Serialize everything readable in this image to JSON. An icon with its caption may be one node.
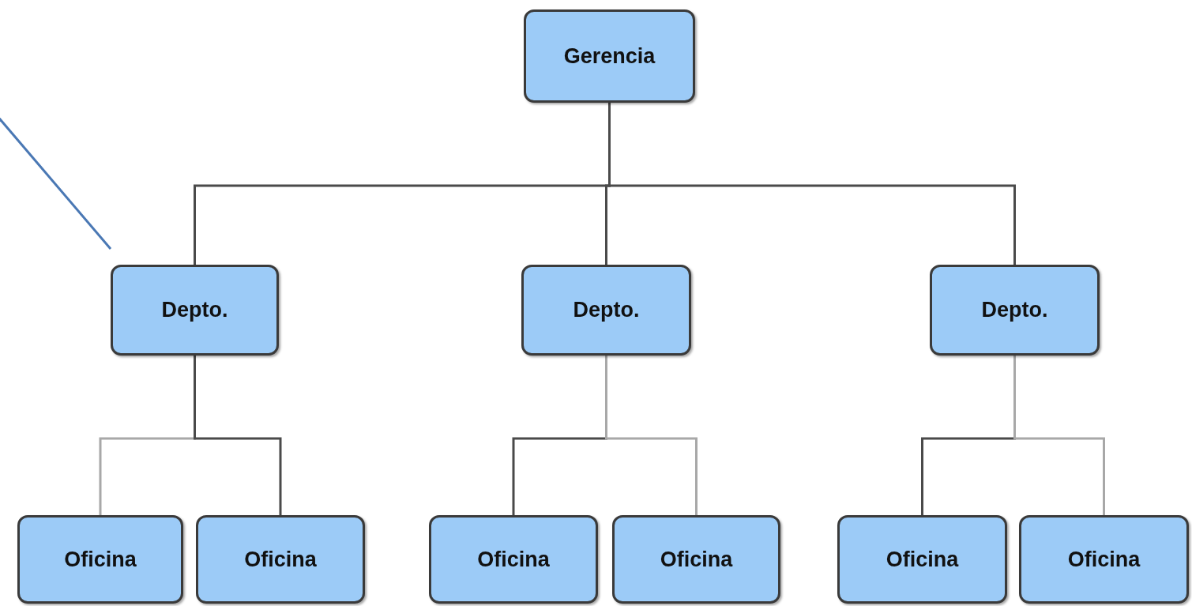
{
  "diagram": {
    "nodes": [
      {
        "text": [
          "Gerencia"
        ]
      },
      {
        "text": [
          "Depto."
        ]
      },
      {
        "text": [
          "Depto."
        ]
      },
      {
        "text": [
          "Depto."
        ]
      },
      {
        "text": [
          "Oficina"
        ]
      },
      {
        "text": [
          "Oficina"
        ]
      },
      {
        "text": [
          "Oficina"
        ]
      },
      {
        "text": [
          "Oficina"
        ]
      },
      {
        "text": [
          "Oficina"
        ]
      },
      {
        "text": [
          "Oficina"
        ]
      }
    ],
    "edges": [
      {
        "from": 0,
        "to": 1,
        "arrow": "none"
      },
      {
        "from": 0,
        "to": 2,
        "arrow": "none"
      },
      {
        "from": 0,
        "to": 3,
        "arrow": "none"
      },
      {
        "from": 1,
        "to": 4,
        "arrow": "none",
        "color": "#a8a8a8"
      },
      {
        "from": 1,
        "to": 5,
        "arrow": "none"
      },
      {
        "from": 2,
        "to": 6,
        "arrow": "none"
      },
      {
        "from": 2,
        "to": 7,
        "arrow": "none",
        "color": "#a8a8a8"
      },
      {
        "from": 3,
        "to": 8,
        "arrow": "none"
      },
      {
        "from": 3,
        "to": 9,
        "arrow": "none",
        "color": "#a8a8a8"
      },
      {
        "from": null,
        "to": 1,
        "arrow": "none",
        "color": "#4a78b4"
      }
    ]
  }
}
